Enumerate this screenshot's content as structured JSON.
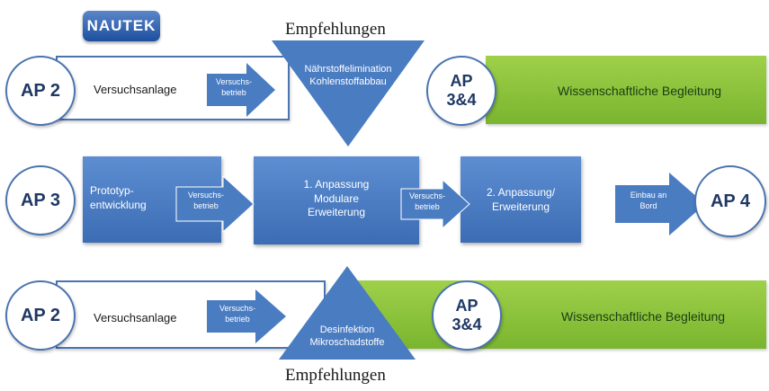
{
  "logo": {
    "text": "NAUTEK"
  },
  "recommendation_label": "Empfehlungen",
  "row1": {
    "ap_left": "AP 2",
    "facility": "Versuchsanlage",
    "arrow": "Versuchs-\nbetrieb",
    "triangle": "Nährstoffelimination\nKohlenstoffabbau",
    "ap_right": "AP\n3&4",
    "band": "Wissenschaftliche Begleitung"
  },
  "row2": {
    "ap_left": "AP 3",
    "box1": "Prototyp-\nentwicklung",
    "arrow1": "Versuchs-\nbetrieb",
    "box2": "1.   Anpassung\nModulare\nErweiterung",
    "arrow2": "Versuchs-\nbetrieb",
    "box3": "2. Anpassung/\nErweiterung",
    "arrow3": "Einbau an\nBord",
    "ap_right": "AP 4"
  },
  "row3": {
    "ap_left": "AP 2",
    "facility": "Versuchsanlage",
    "arrow": "Versuchs-\nbetrieb",
    "triangle": "Desinfektion\nMikroschadstoffe",
    "ap_right": "AP\n3&4",
    "band": "Wissenschaftliche Begleitung"
  },
  "colors": {
    "blue": "#4a7cc2",
    "green": "#8cc63f",
    "circle_border": "#4a73b0",
    "circle_text": "#1f3864"
  }
}
